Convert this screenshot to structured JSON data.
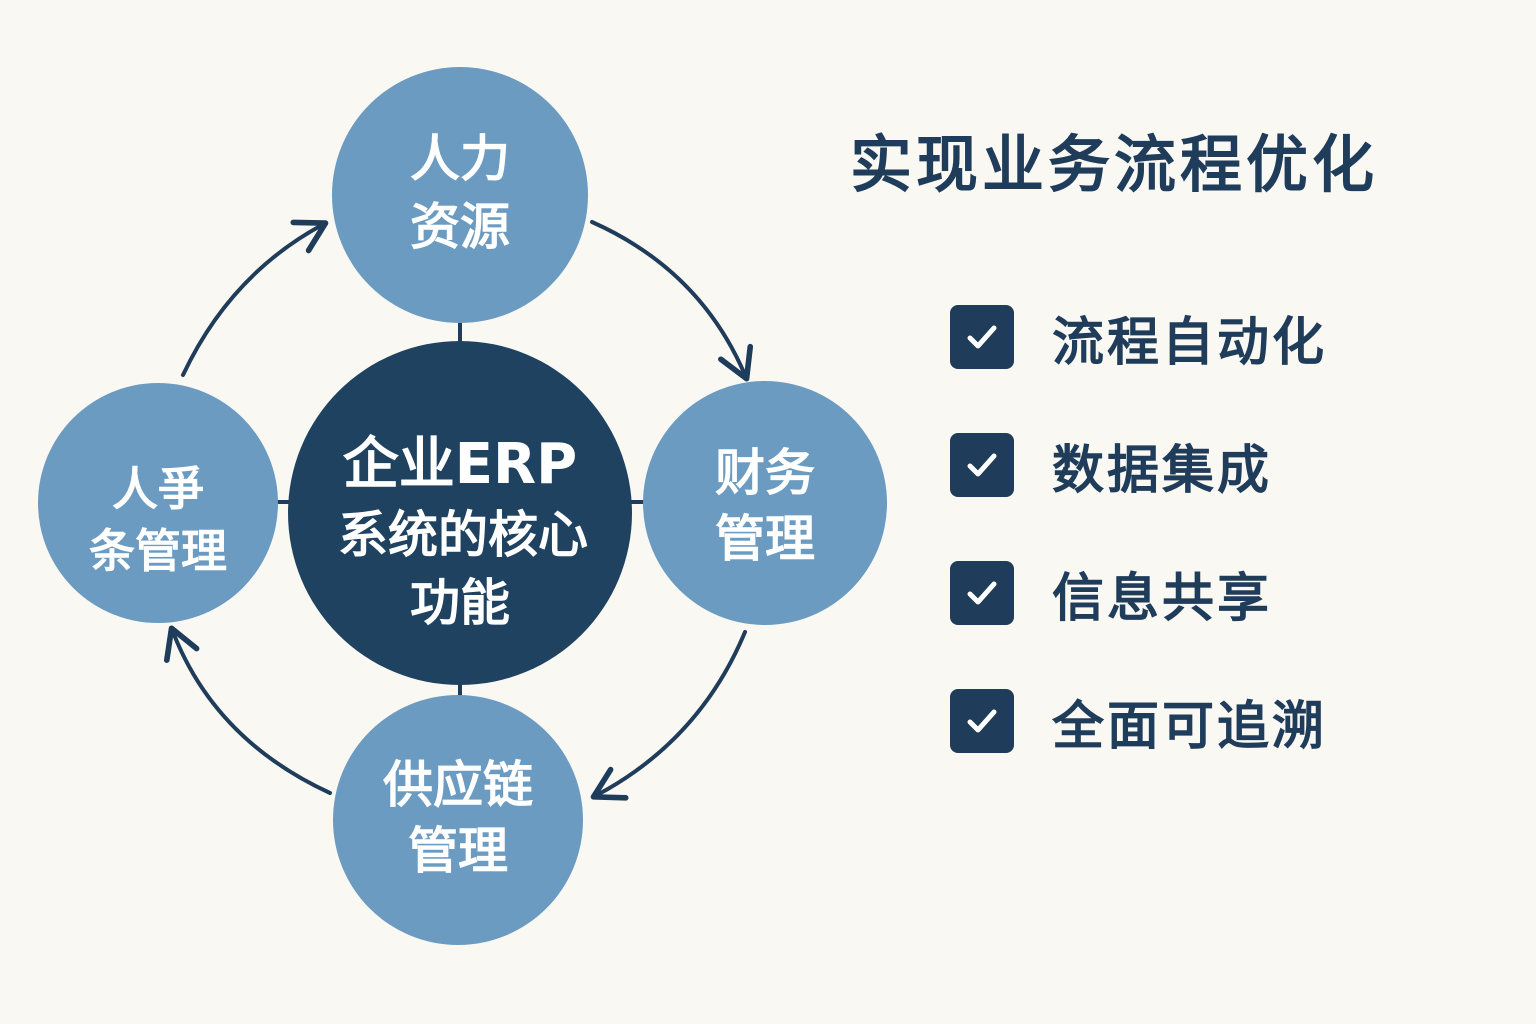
{
  "diagram": {
    "center": {
      "lines": [
        "企业ERP",
        "系统的核心",
        "功能"
      ]
    },
    "nodes": {
      "top": {
        "lines": [
          "人力",
          "资源"
        ]
      },
      "right": {
        "lines": [
          "财务",
          "管理"
        ]
      },
      "bottom": {
        "lines": [
          "供应链",
          "管理"
        ]
      },
      "left": {
        "lines": [
          "人爭",
          "条管理"
        ]
      }
    },
    "colors": {
      "background": "#faf8f3",
      "center_fill": "#1f4260",
      "node_fill": "#6b9bc0",
      "arrow": "#1f3c5a",
      "text": "#1f3c5a"
    }
  },
  "panel": {
    "title": "实现业务流程优化",
    "items": [
      {
        "label": "流程自动化",
        "icon": "check-icon",
        "checked": true
      },
      {
        "label": "数据集成",
        "icon": "check-icon",
        "checked": true
      },
      {
        "label": "信息共享",
        "icon": "check-icon",
        "checked": true
      },
      {
        "label": "全面可追溯",
        "icon": "check-icon",
        "checked": true
      }
    ]
  }
}
